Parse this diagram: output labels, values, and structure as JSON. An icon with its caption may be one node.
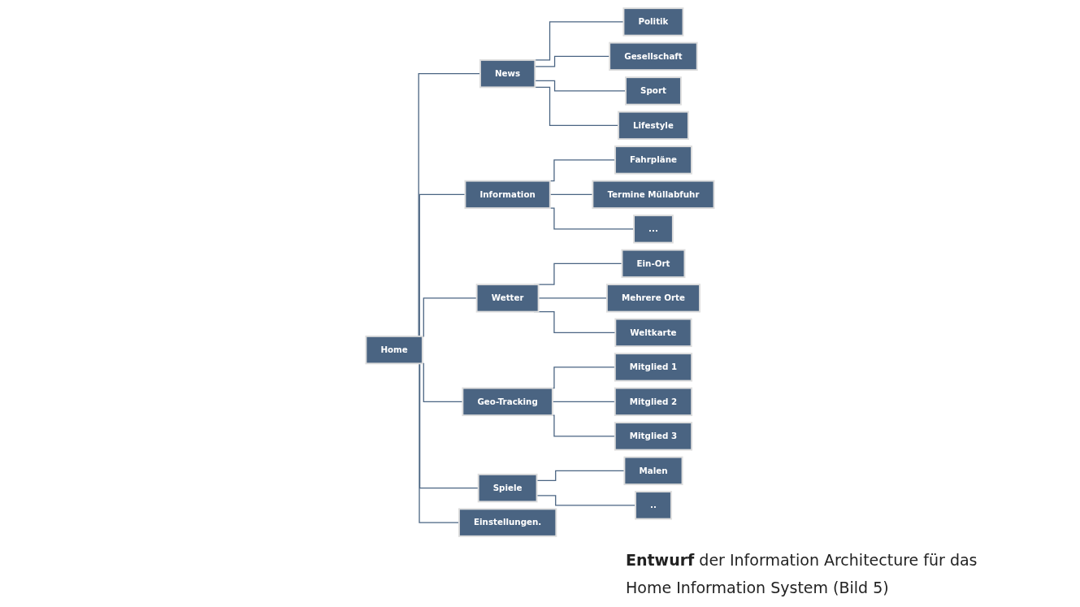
{
  "diagram": {
    "caption": "**Entwurf** der Information Architecture für das Home Information System (Bild 5)",
    "nodes": [
      {
        "text": [
          "Home"
        ]
      },
      {
        "text": [
          "News"
        ]
      },
      {
        "text": [
          "Information"
        ]
      },
      {
        "text": [
          "Wetter"
        ]
      },
      {
        "text": [
          "Geo-Tracking"
        ]
      },
      {
        "text": [
          "Spiele"
        ]
      },
      {
        "text": [
          "Einstellungen."
        ]
      },
      {
        "text": [
          "Politik"
        ]
      },
      {
        "text": [
          "Gesellschaft"
        ]
      },
      {
        "text": [
          "Sport"
        ]
      },
      {
        "text": [
          "Lifestyle"
        ]
      },
      {
        "text": [
          "Fahrpläne"
        ]
      },
      {
        "text": [
          "Termine Müllabfuhr"
        ]
      },
      {
        "text": [
          "..."
        ]
      },
      {
        "text": [
          "Ein-Ort"
        ]
      },
      {
        "text": [
          "Mehrere Orte"
        ]
      },
      {
        "text": [
          "Weltkarte"
        ]
      },
      {
        "text": [
          "Mitglied 1"
        ]
      },
      {
        "text": [
          "Mitglied 2"
        ]
      },
      {
        "text": [
          "Mitglied 3"
        ]
      },
      {
        "text": [
          "Malen"
        ]
      },
      {
        "text": [
          ".."
        ]
      }
    ],
    "edges": [
      {
        "from": 0,
        "to": 1,
        "arrow": "none"
      },
      {
        "from": 0,
        "to": 2,
        "arrow": "none"
      },
      {
        "from": 0,
        "to": 3,
        "arrow": "none"
      },
      {
        "from": 0,
        "to": 4,
        "arrow": "none"
      },
      {
        "from": 0,
        "to": 5,
        "arrow": "none"
      },
      {
        "from": 0,
        "to": 6,
        "arrow": "none"
      },
      {
        "from": 1,
        "to": 7,
        "arrow": "none"
      },
      {
        "from": 1,
        "to": 8,
        "arrow": "none"
      },
      {
        "from": 1,
        "to": 9,
        "arrow": "none"
      },
      {
        "from": 1,
        "to": 10,
        "arrow": "none"
      },
      {
        "from": 2,
        "to": 11,
        "arrow": "none"
      },
      {
        "from": 2,
        "to": 12,
        "arrow": "none"
      },
      {
        "from": 2,
        "to": 13,
        "arrow": "none"
      },
      {
        "from": 3,
        "to": 14,
        "arrow": "none"
      },
      {
        "from": 3,
        "to": 15,
        "arrow": "none"
      },
      {
        "from": 3,
        "to": 16,
        "arrow": "none"
      },
      {
        "from": 4,
        "to": 17,
        "arrow": "none"
      },
      {
        "from": 4,
        "to": 18,
        "arrow": "none"
      },
      {
        "from": 4,
        "to": 19,
        "arrow": "none"
      },
      {
        "from": 5,
        "to": 20,
        "arrow": "none"
      },
      {
        "from": 5,
        "to": 21,
        "arrow": "none"
      }
    ]
  }
}
